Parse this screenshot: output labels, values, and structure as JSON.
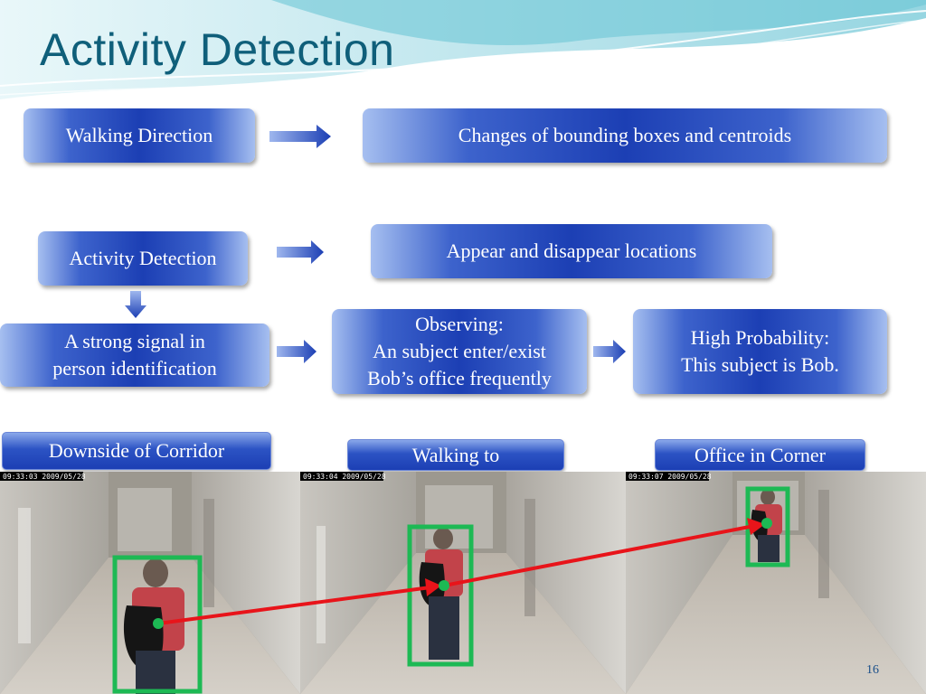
{
  "slide": {
    "title": "Activity Detection",
    "page_number": "16"
  },
  "boxes": {
    "walking_direction": "Walking Direction",
    "bounding_boxes": "Changes of bounding boxes and centroids",
    "activity_detection": "Activity Detection",
    "appear_disappear": "Appear and disappear locations",
    "strong_signal": [
      "A strong signal in",
      "person identification"
    ],
    "observing": [
      "Observing:",
      "An subject enter/exist",
      "Bob’s office frequently"
    ],
    "high_probability": [
      "High Probability:",
      "This subject is Bob."
    ]
  },
  "labels": {
    "downside": "Downside of Corridor",
    "walking_to": "Walking to",
    "office": "Office in Corner"
  },
  "frames": [
    {
      "timestamp": "09:33:03  2009/05/28"
    },
    {
      "timestamp": "09:33:04  2009/05/28"
    },
    {
      "timestamp": "09:33:07  2009/05/28"
    }
  ],
  "colors": {
    "title": "#0f5f7a",
    "box_dark": "#1c3fb4",
    "box_light": "#a6bff0",
    "tracking_box": "#1db954",
    "track_line": "#e8141a"
  }
}
